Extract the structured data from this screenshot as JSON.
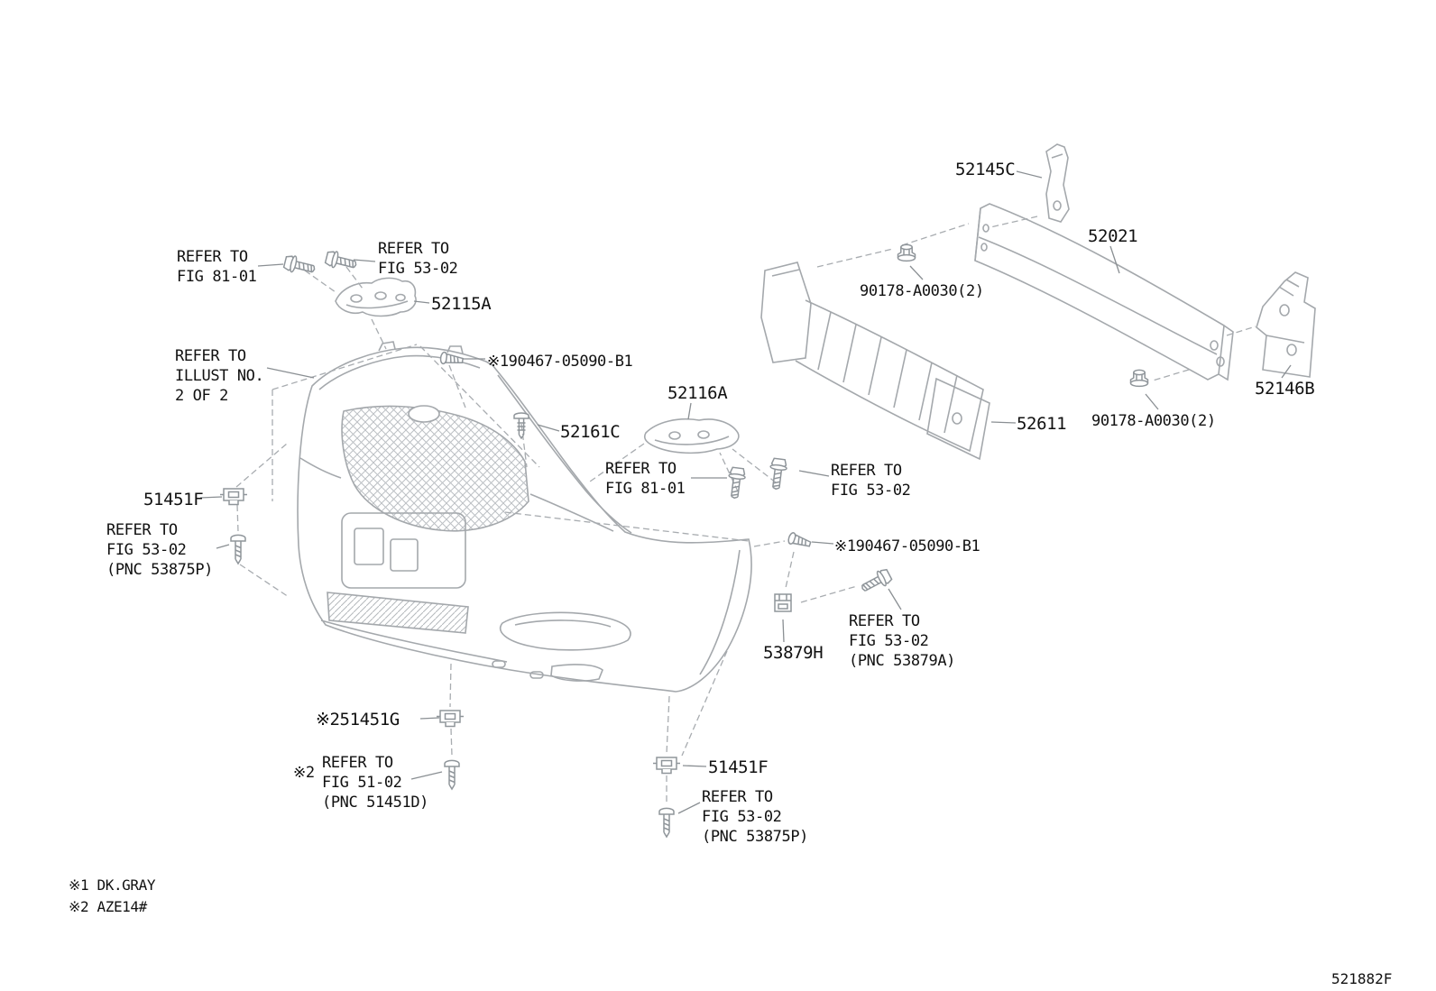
{
  "diagram": {
    "footer_code": "521882F",
    "notes": {
      "note1": "※1 DK.GRAY",
      "note2": "※2 AZE14#"
    },
    "parts": {
      "p52145C": "52145C",
      "p52021": "52021",
      "p90178_top": "90178-A0030(2)",
      "p90178_bottom": "90178-A0030(2)",
      "p52146B": "52146B",
      "p52611": "52611",
      "p52115A": "52115A",
      "p52116A": "52116A",
      "p52161C": "52161C",
      "p90467_top": "※190467-05090-B1",
      "p90467_mid": "※190467-05090-B1",
      "p51451F_left": "51451F",
      "p51451F_bottom": "51451F",
      "p51451G": "※251451G",
      "p53879H": "53879H"
    },
    "refs": {
      "fig8101_top": "REFER TO\nFIG 81-01",
      "fig5302_top": "REFER TO\nFIG 53-02",
      "illust": "REFER TO\nILLUST NO.\n2 OF 2",
      "fig8101_mid": "REFER TO\nFIG 81-01",
      "fig5302_mid": "REFER TO\nFIG 53-02",
      "fig5302_left": "REFER TO\nFIG 53-02\n(PNC 53875P)",
      "fig5302_right": "REFER TO\nFIG 53-02\n(PNC 53879A)",
      "marker2": "※2",
      "fig5102": "REFER TO\nFIG 51-02\n(PNC 51451D)",
      "fig5302_bottom": "REFER TO\nFIG 53-02\n(PNC 53875P)"
    }
  }
}
